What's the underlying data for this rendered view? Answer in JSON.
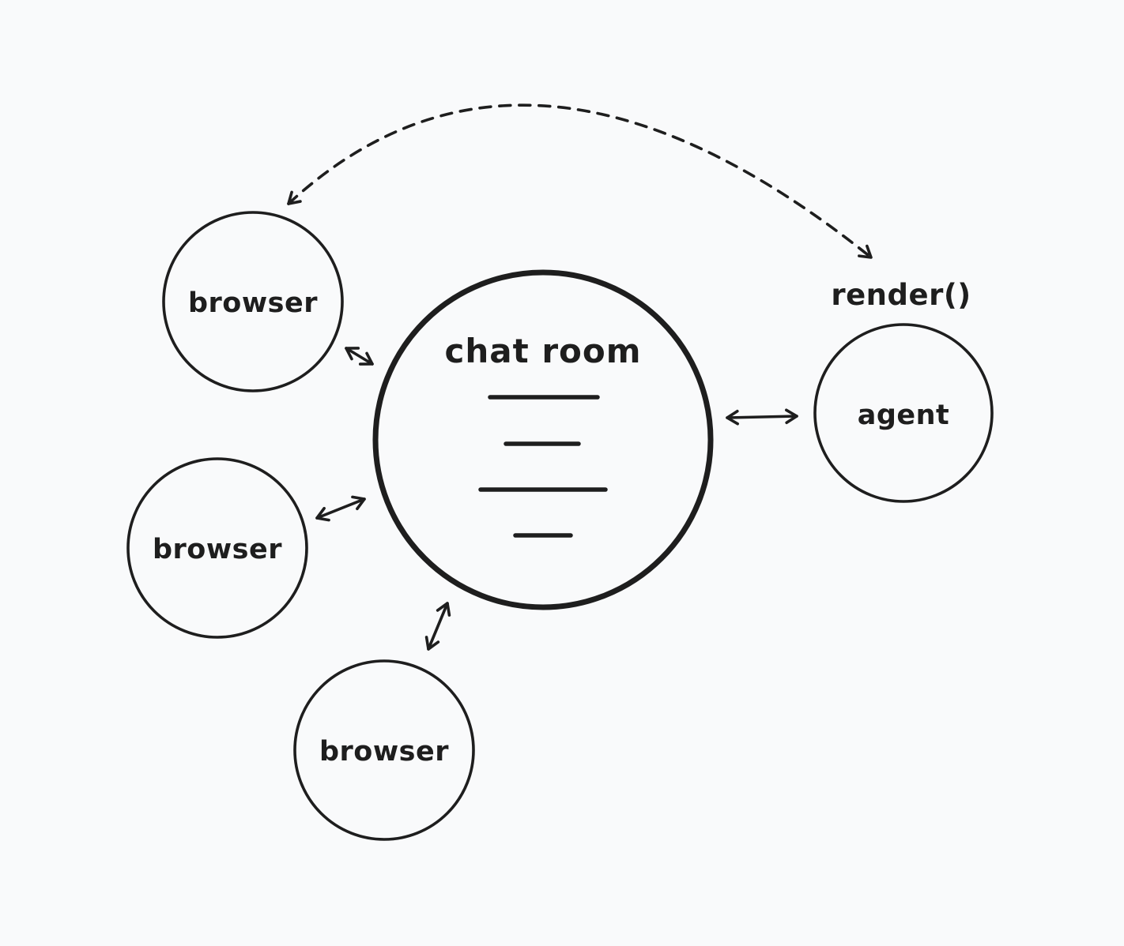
{
  "colors": {
    "background": "#f9fafb",
    "ink": "#1e1e1e"
  },
  "diagram": {
    "title_hint": "chat room architecture sketch",
    "nodes": {
      "chat_room": {
        "label": "chat room",
        "shape": "circle",
        "emphasis": "thick-stroke",
        "message_lines": 4
      },
      "browser_top": {
        "label": "browser",
        "shape": "circle"
      },
      "browser_middle": {
        "label": "browser",
        "shape": "circle"
      },
      "browser_bottom": {
        "label": "browser",
        "shape": "circle"
      },
      "agent": {
        "label": "agent",
        "shape": "circle"
      }
    },
    "annotations": {
      "render_label": "render()"
    },
    "edges": [
      {
        "from": "browser_top",
        "to": "chat_room",
        "style": "solid",
        "arrows": "both"
      },
      {
        "from": "browser_middle",
        "to": "chat_room",
        "style": "solid",
        "arrows": "both"
      },
      {
        "from": "browser_bottom",
        "to": "chat_room",
        "style": "solid",
        "arrows": "both"
      },
      {
        "from": "chat_room",
        "to": "agent",
        "style": "solid",
        "arrows": "both"
      },
      {
        "from": "agent",
        "to": "browser_top",
        "style": "dashed",
        "arrows": "both"
      }
    ]
  }
}
